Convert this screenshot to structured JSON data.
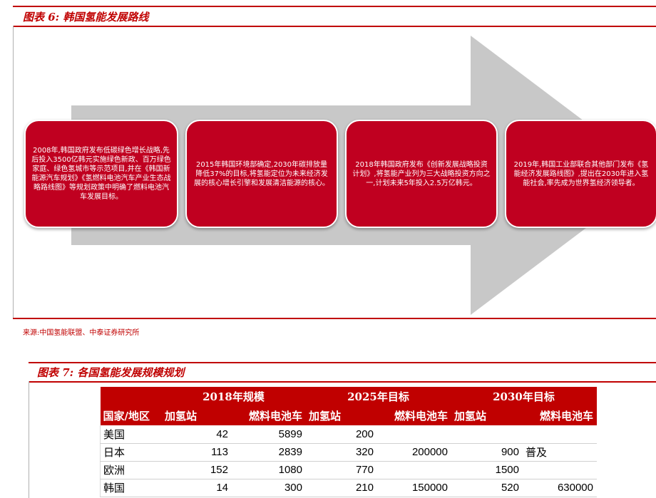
{
  "figure6": {
    "title": "图表 6:  韩国氢能发展路线",
    "source": "来源:中国氢能联盟、中泰证券研究所",
    "milestones": [
      {
        "text": "2008年,韩国政府发布低碳绿色增长战略,先后投入3500亿韩元实施绿色新政、百万绿色家庭、绿色氢城市等示范项目,并在《韩国新能源汽车规划》《氢燃料电池汽车产业生态战略路线图》等规划政策中明确了燃料电池汽车发展目标。"
      },
      {
        "text": "2015年韩国环境部确定,2030年碳排放量降低37%的目标,将氢能定位为未来经济发展的核心增长引擎和发展清洁能源的核心。"
      },
      {
        "text": "2018年韩国政府发布《创新发展战略投资计划》,将氢能产业列为三大战略投资方向之一,计划未来5年投入2.5万亿韩元。"
      },
      {
        "text": "2019年,韩国工业部联合其他部门发布《氢能经济发展路线图》,提出在2030年进入氢能社会,率先成为世界氢经济领导者。"
      }
    ]
  },
  "figure7": {
    "title": "图表 7:  各国氢能发展规模规划",
    "group_headers": [
      "2018年规模",
      "2025年目标",
      "2030年目标"
    ],
    "col_headers": [
      "国家/地区",
      "加氢站",
      "燃料电池车",
      "加氢站",
      "燃料电池车",
      "加氢站",
      "燃料电池车"
    ],
    "rows": [
      [
        "美国",
        "42",
        "5899",
        "200",
        "",
        "",
        ""
      ],
      [
        "日本",
        "113",
        "2839",
        "320",
        "200000",
        "900",
        "普及"
      ],
      [
        "欧洲",
        "152",
        "1080",
        "770",
        "",
        "1500",
        ""
      ],
      [
        "韩国",
        "14",
        "300",
        "210",
        "150000",
        "520",
        "630000"
      ]
    ]
  },
  "colors": {
    "accent": "#c00000",
    "box": "#c00020",
    "arrow": "#c8c8c8"
  }
}
